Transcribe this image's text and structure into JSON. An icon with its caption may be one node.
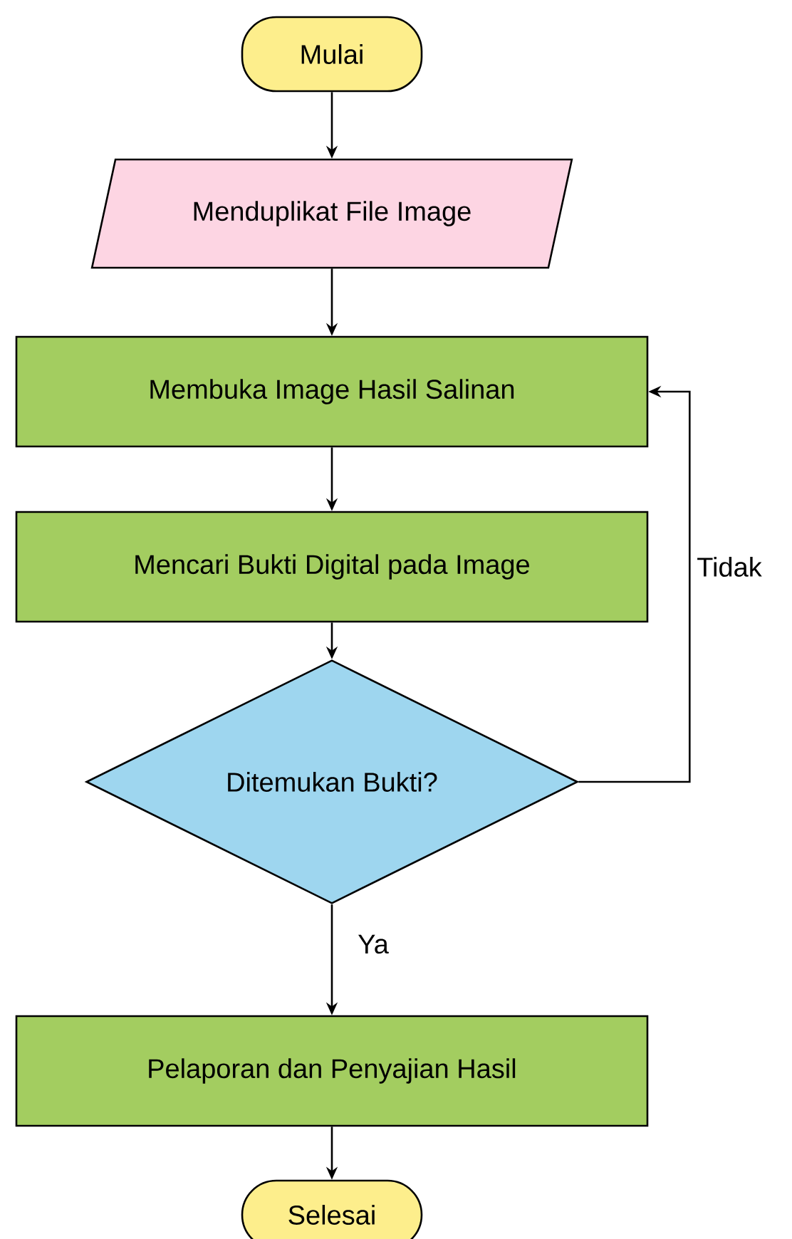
{
  "diagram": {
    "nodes": [
      {
        "text": [
          "Mulai"
        ]
      },
      {
        "text": [
          "Menduplikat File Image"
        ]
      },
      {
        "text": [
          "Membuka Image Hasil Salinan"
        ]
      },
      {
        "text": [
          "Mencari Bukti Digital pada Image"
        ]
      },
      {
        "text": [
          "Ditemukan Bukti?"
        ]
      },
      {
        "text": [
          "Pelaporan dan Penyajian Hasil"
        ]
      },
      {
        "text": [
          "Selesai"
        ]
      }
    ],
    "edges": [
      {
        "from": 0,
        "to": 1,
        "arrow": "to"
      },
      {
        "from": 1,
        "to": 2,
        "arrow": "to"
      },
      {
        "from": 2,
        "to": 3,
        "arrow": "to"
      },
      {
        "from": 3,
        "to": 4,
        "arrow": "to"
      },
      {
        "from": 4,
        "to": 5,
        "arrow": "to",
        "label": "Ya"
      },
      {
        "from": 4,
        "to": 2,
        "arrow": "to",
        "label": "Tidak"
      },
      {
        "from": 5,
        "to": 6,
        "arrow": "to"
      }
    ]
  }
}
